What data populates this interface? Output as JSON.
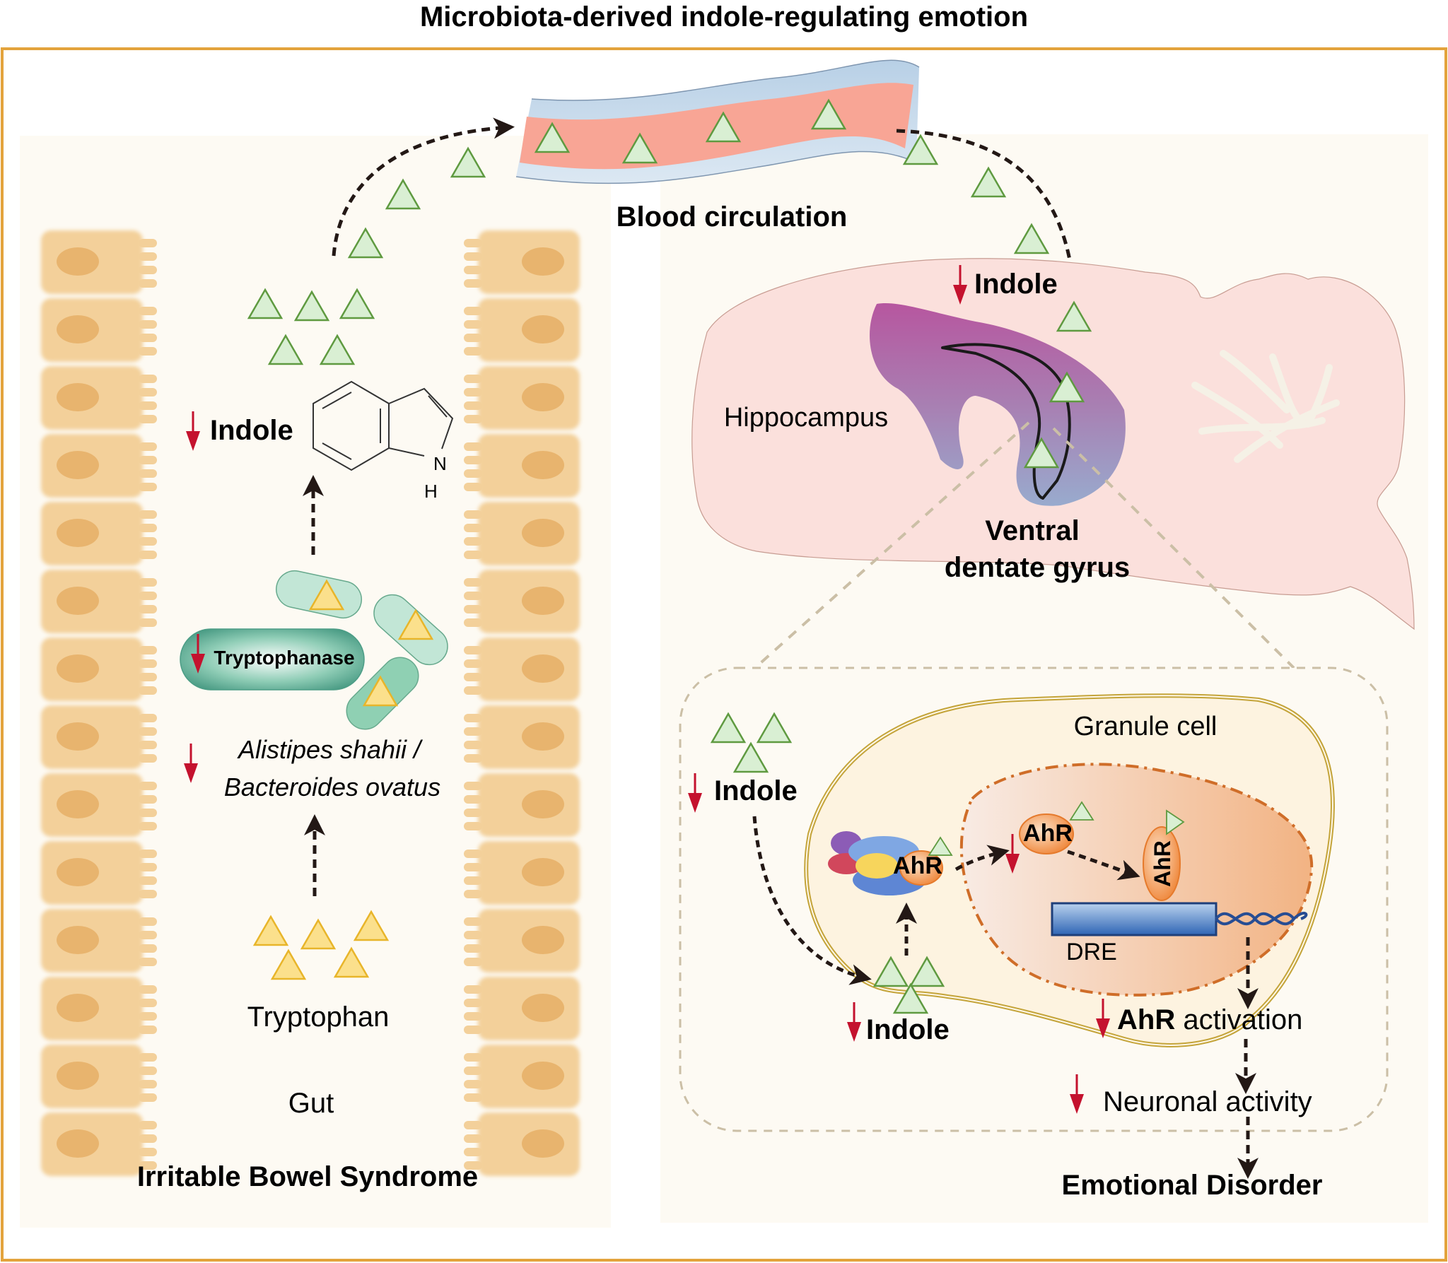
{
  "title": "Microbiota-derived indole-regulating emotion",
  "colors": {
    "frame_border": "#e3a33c",
    "panel_bg": "#fdfaf3",
    "gut_cell": "#f3d09a",
    "gut_nucleus": "#e8b46e",
    "indole_triangle_fill": "#d9efd3",
    "indole_triangle_stroke": "#5f9a40",
    "tryptophan_fill": "#fbe08c",
    "tryptophan_stroke": "#e8b52a",
    "bacteria_fill": "#a9dcc6",
    "down_arrow": "#c4122e",
    "brain_fill": "#fbe0dc",
    "hippocampus_top": "#b5549f",
    "hippocampus_bottom": "#96a6cb",
    "blood": "#f8a595",
    "vessel_wall": "#c6daeb",
    "nucleus_fill": "#f3b88a",
    "nucleus_border": "#cf6d28",
    "ahr": "#f08c3c",
    "dre": "#3f6fb3"
  },
  "gut_panel": {
    "indole_label": "Indole",
    "indole_structure_atoms": [
      "N",
      "H"
    ],
    "enzyme_label": "Tryptophanase",
    "bacteria_label_line1": "Alistipes shahii /",
    "bacteria_label_line2": "Bacteroides ovatus",
    "tryptophan_label": "Tryptophan",
    "gut_label": "Gut",
    "disease_label": "Irritable Bowel Syndrome"
  },
  "blood": {
    "label": "Blood circulation"
  },
  "brain_panel": {
    "indole_label": "Indole",
    "hippocampus_label": "Hippocampus",
    "region_label_line1": "Ventral",
    "region_label_line2": "dentate gyrus"
  },
  "cell_panel": {
    "extracellular_indole_label": "Indole",
    "cell_label": "Granule cell",
    "ahr_label": "AhR",
    "dre_label": "DRE",
    "intracellular_indole_label": "Indole",
    "activation_bold": "AhR",
    "activation_rest": " activation",
    "neuronal_label": "Neuronal activity",
    "outcome_label": "Emotional Disorder"
  }
}
